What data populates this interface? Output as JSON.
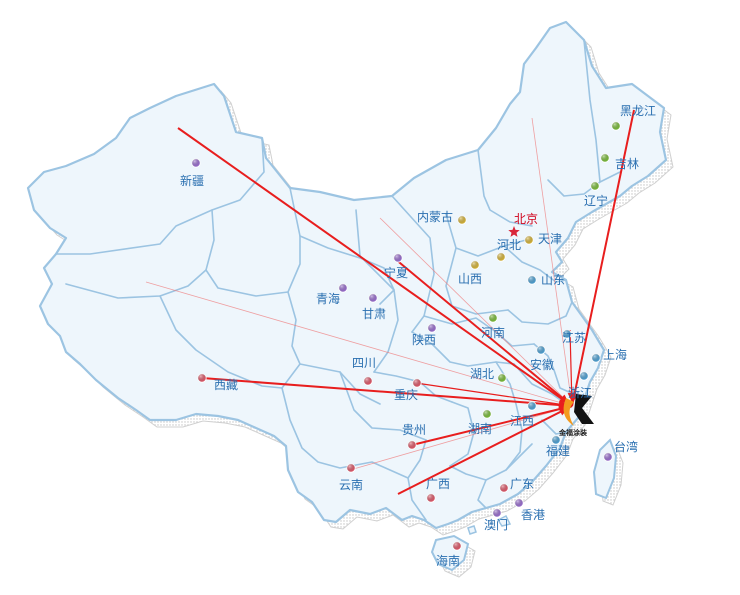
{
  "map": {
    "capital": {
      "id": "beijing",
      "label": "北京",
      "color": "#d9263a"
    },
    "hub_logo": {
      "icon": "company-logo-icon",
      "text": "金福涂装",
      "colors": [
        "#f39a1e",
        "#111111"
      ]
    },
    "colors": {
      "land": "#eef6fc",
      "border": "#9cc4e2",
      "dots": "#c8c8c8",
      "route": "#e81e1e",
      "label": "#2a6fb0"
    },
    "routes_to_hub": [
      "heilongjiang",
      "xinjiang",
      "ningxia",
      "xizang",
      "chongqing",
      "guizhou",
      "guangxi",
      "jiangsu"
    ],
    "faint_routes_to_hub": [
      "neimenggu",
      "beijing",
      "qinghai",
      "yunnan"
    ],
    "provinces": [
      {
        "id": "heilongjiang",
        "label": "黑龙江",
        "marker": "#7bbd3b"
      },
      {
        "id": "jilin",
        "label": "吉林",
        "marker": "#7bbd3b"
      },
      {
        "id": "liaoning",
        "label": "辽宁",
        "marker": "#7bbd3b"
      },
      {
        "id": "xinjiang",
        "label": "新疆",
        "marker": "#9b6fd1"
      },
      {
        "id": "neimenggu",
        "label": "内蒙古",
        "marker": "#d8b63a"
      },
      {
        "id": "tianjin",
        "label": "天津",
        "marker": "#d8b63a"
      },
      {
        "id": "hebei",
        "label": "河北",
        "marker": "#d8b63a"
      },
      {
        "id": "shanxi",
        "label": "山西",
        "marker": "#d8b63a"
      },
      {
        "id": "shandong",
        "label": "山东",
        "marker": "#4fa3d6"
      },
      {
        "id": "ningxia",
        "label": "宁夏",
        "marker": "#9b6fd1"
      },
      {
        "id": "qinghai",
        "label": "青海",
        "marker": "#9b6fd1"
      },
      {
        "id": "gansu",
        "label": "甘肃",
        "marker": "#9b6fd1"
      },
      {
        "id": "shaanxi",
        "label": "陕西",
        "marker": "#9b6fd1"
      },
      {
        "id": "henan",
        "label": "河南",
        "marker": "#7bbd3b"
      },
      {
        "id": "jiangsu",
        "label": "江苏",
        "marker": "#4fa3d6"
      },
      {
        "id": "shanghai",
        "label": "上海",
        "marker": "#4fa3d6"
      },
      {
        "id": "anhui",
        "label": "安徽",
        "marker": "#4fa3d6"
      },
      {
        "id": "hubei",
        "label": "湖北",
        "marker": "#7bbd3b"
      },
      {
        "id": "zhejiang",
        "label": "浙江",
        "marker": "#4fa3d6"
      },
      {
        "id": "sichuan",
        "label": "四川",
        "marker": "#e05a6b"
      },
      {
        "id": "chongqing",
        "label": "重庆",
        "marker": "#e05a6b"
      },
      {
        "id": "xizang",
        "label": "西藏",
        "marker": "#e05a6b"
      },
      {
        "id": "guizhou",
        "label": "贵州",
        "marker": "#e05a6b"
      },
      {
        "id": "hunan",
        "label": "湖南",
        "marker": "#7bbd3b"
      },
      {
        "id": "jiangxi",
        "label": "江西",
        "marker": "#4fa3d6"
      },
      {
        "id": "fujian",
        "label": "福建",
        "marker": "#4fa3d6"
      },
      {
        "id": "taiwan",
        "label": "台湾",
        "marker": "#9b6fd1"
      },
      {
        "id": "yunnan",
        "label": "云南",
        "marker": "#e05a6b"
      },
      {
        "id": "guangxi",
        "label": "广西",
        "marker": "#e05a6b"
      },
      {
        "id": "guangdong",
        "label": "广东",
        "marker": "#e05a6b"
      },
      {
        "id": "xianggang",
        "label": "香港",
        "marker": "#9b6fd1"
      },
      {
        "id": "aomen",
        "label": "澳门",
        "marker": "#9b6fd1"
      },
      {
        "id": "hainan",
        "label": "海南",
        "marker": "#e05a6b"
      }
    ]
  }
}
